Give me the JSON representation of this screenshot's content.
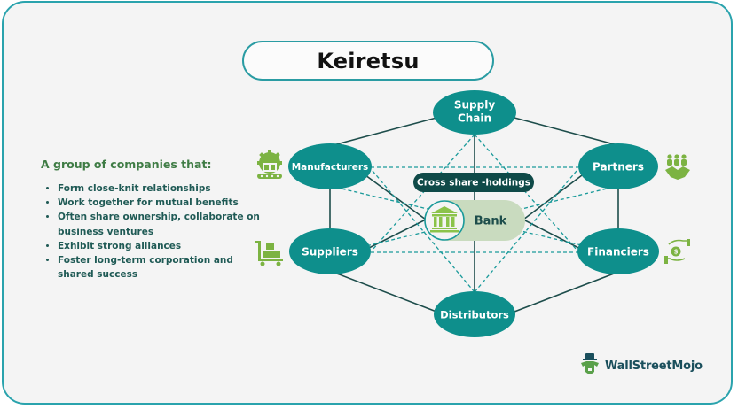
{
  "title": "Keiretsu",
  "intro": "A group of companies that:",
  "bullets": [
    "Form close-knit relationships",
    "Work together for mutual benefits",
    "Often share ownership, collaborate on business ventures",
    "Exhibit strong alliances",
    "Foster long-term corporation and shared success"
  ],
  "nodes": {
    "supply_chain": [
      "Supply",
      "Chain"
    ],
    "manufacturers": "Manufacturers",
    "partners": "Partners",
    "suppliers": "Suppliers",
    "financiers": "Financiers",
    "distributors": "Distributors",
    "bank": "Bank",
    "cross_holdings": "Cross share -holdings"
  },
  "icons": {
    "manufacturers": "factory-gear-icon",
    "partners": "handshake-people-icon",
    "suppliers": "hand-truck-boxes-icon",
    "financiers": "hands-dollar-coin-icon",
    "bank": "bank-building-icon"
  },
  "colors": {
    "node": "#0e8f8c",
    "dark_badge": "#0f4a48",
    "bank_pill": "#c9dbbf",
    "icon_green": "#7cb342",
    "solid_line": "#1d4d4b",
    "dashed_line": "#1a9a9a",
    "frame": "#2aa3ad"
  },
  "brand": "WallStreetMojo"
}
